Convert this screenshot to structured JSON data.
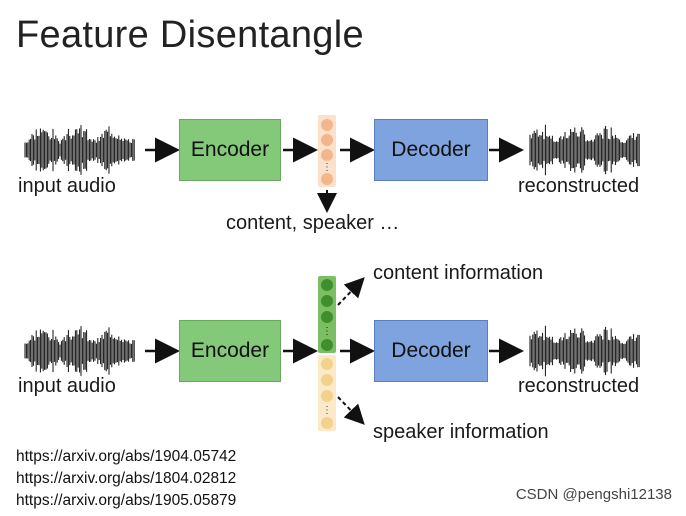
{
  "title": "Feature Disentangle",
  "top_row": {
    "input_label": "input audio",
    "encoder_label": "Encoder",
    "decoder_label": "Decoder",
    "output_label": "reconstructed",
    "latent_label": "content, speaker …"
  },
  "bottom_row": {
    "input_label": "input audio",
    "encoder_label": "Encoder",
    "decoder_label": "Decoder",
    "output_label": "reconstructed",
    "content_label": "content information",
    "speaker_label": "speaker information"
  },
  "references": [
    "https://arxiv.org/abs/1904.05742",
    "https://arxiv.org/abs/1804.02812",
    "https://arxiv.org/abs/1905.05879"
  ],
  "watermark": "CSDN @pengshi12138",
  "colors": {
    "encoder": "#84c87a",
    "decoder": "#7ea3de",
    "latent_orange": "#f6c6a1",
    "latent_green": "#5aa846",
    "latent_yellow": "#f8e2b5"
  }
}
